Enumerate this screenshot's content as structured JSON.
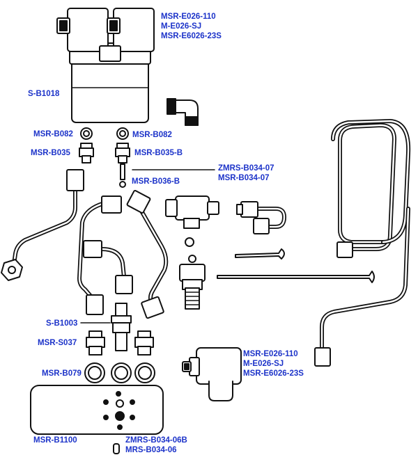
{
  "colors": {
    "label": "#1c33c9",
    "line": "#111111",
    "part_fill": "#ffffff"
  },
  "labels": {
    "valve_top": [
      "MSR-E026-110",
      "M-E026-SJ",
      "MSR-E6026-23S"
    ],
    "s_b1018": "S-B1018",
    "msr_b082_left": "MSR-B082",
    "msr_b082_right": "MSR-B082",
    "msr_b035": "MSR-B035",
    "msr_b035_b": "MSR-B035-B",
    "zmrs_b034_07": "ZMRS-B034-07",
    "msr_b034_07": "MSR-B034-07",
    "msr_b036_b": "MSR-B036-B",
    "s_b1003": "S-B1003",
    "msr_s037": "MSR-S037",
    "msr_b079": "MSR-B079",
    "msr_b1100": "MSR-B1100",
    "valve_bottom": [
      "MSR-E026-110",
      "M-E026-SJ",
      "MSR-E6026-23S"
    ],
    "zmrs_b034_06b": "ZMRS-B034-06B",
    "mrs_b034_06": "MRS-B034-06"
  }
}
